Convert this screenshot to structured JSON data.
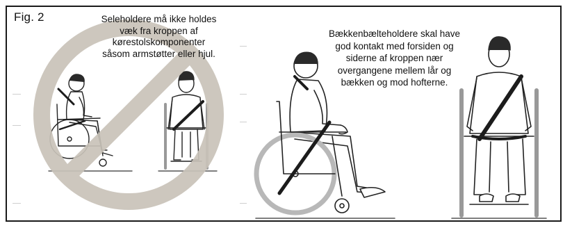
{
  "figure": {
    "label": "Fig. 2",
    "caption_incorrect": "Seleholdere må ikke holdes væk fra kroppen af kørestolskomponenter såsom armstøtter eller hjul.",
    "caption_correct": "Bækkenbælteholdere skal have god kontakt med forsiden og siderne af kroppen nær overgangene mellem lår og bækken og mod hofterne."
  },
  "colors": {
    "prohibition_sign": "#c9c3b9",
    "outline": "#222222",
    "belt": "#1c1c1c",
    "wheel_gray": "#b8b8b8"
  },
  "icons": {
    "prohibition": "no-sign-icon",
    "wheelchair_user": "wheelchair-user-icon"
  }
}
